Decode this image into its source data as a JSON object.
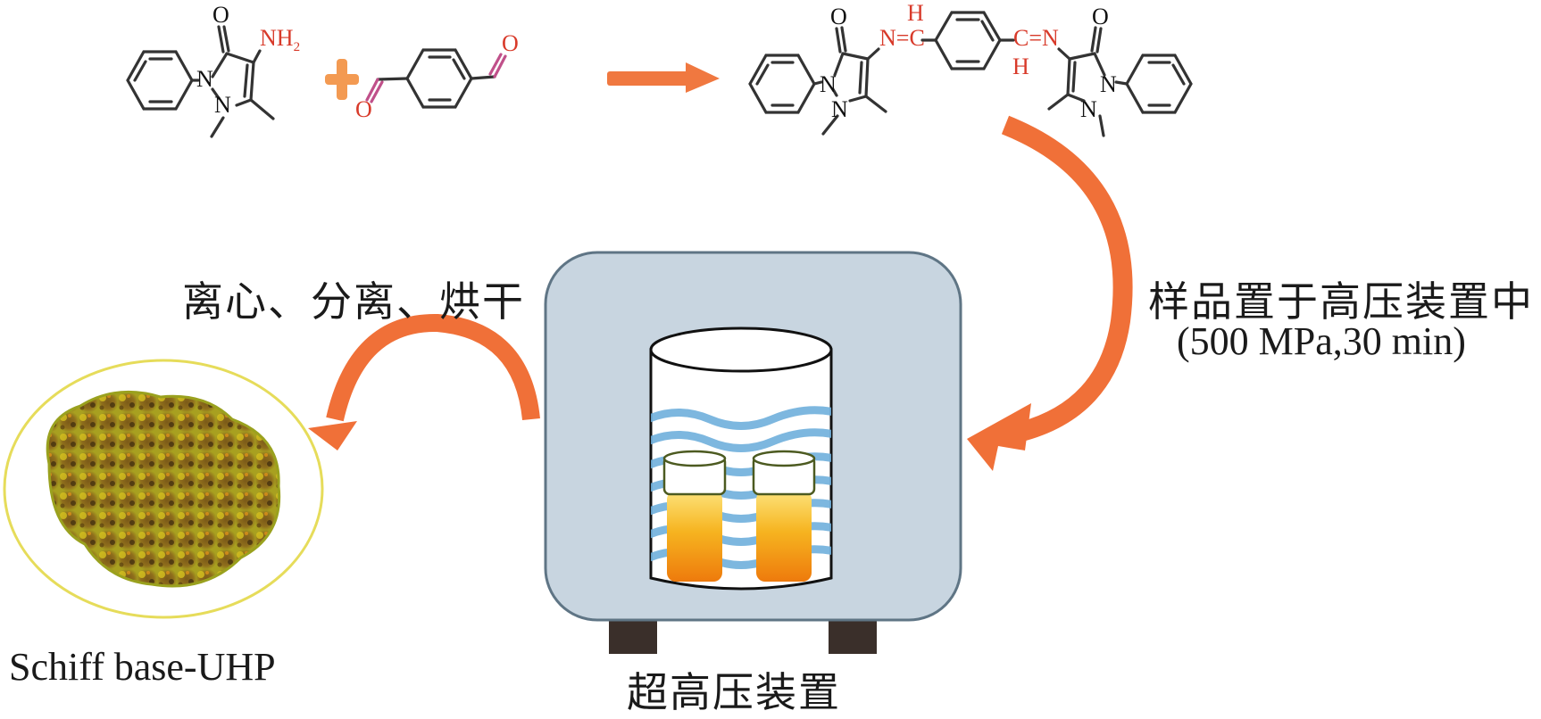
{
  "title": "Schiff base synthesis under ultra-high pressure",
  "colors": {
    "arrow": "#f07038",
    "highlight_atom": "#d83a2a",
    "bond": "#333333",
    "device_body": "#c8d5e0",
    "device_border": "#5f7585",
    "water": "#6fb0dc",
    "vial_liquid": "#f39a12",
    "feet": "#3a2f2a",
    "product_ring": "#e8e060",
    "powder": "#8a6a1a"
  },
  "reaction": {
    "reactant1": {
      "name": "4-aminoantipyrine",
      "atoms": {
        "o": "O",
        "nh2": "NH",
        "nh2_sub": "2",
        "n1": "N",
        "n2": "N"
      }
    },
    "plus": "+",
    "reactant2": {
      "name": "terephthalaldehyde",
      "atoms": {
        "o_left": "O",
        "o_right": "O"
      }
    },
    "product": {
      "name": "Schiff base",
      "atoms": {
        "o_left": "O",
        "n1_left": "N",
        "n2_left": "N",
        "imine_left": "N=C",
        "h_left": "H",
        "imine_right": "C=N",
        "h_right": "H",
        "o_right": "O",
        "n1_right": "N",
        "n2_right": "N"
      }
    }
  },
  "steps": {
    "pressure_step": {
      "line1": "样品置于高压装置中",
      "line2": "(500 MPa,30 min)"
    },
    "post_step": "离心、分离、烘干"
  },
  "device": {
    "label": "超高压装置",
    "vials": 2
  },
  "product_label": "Schiff base-UHP"
}
